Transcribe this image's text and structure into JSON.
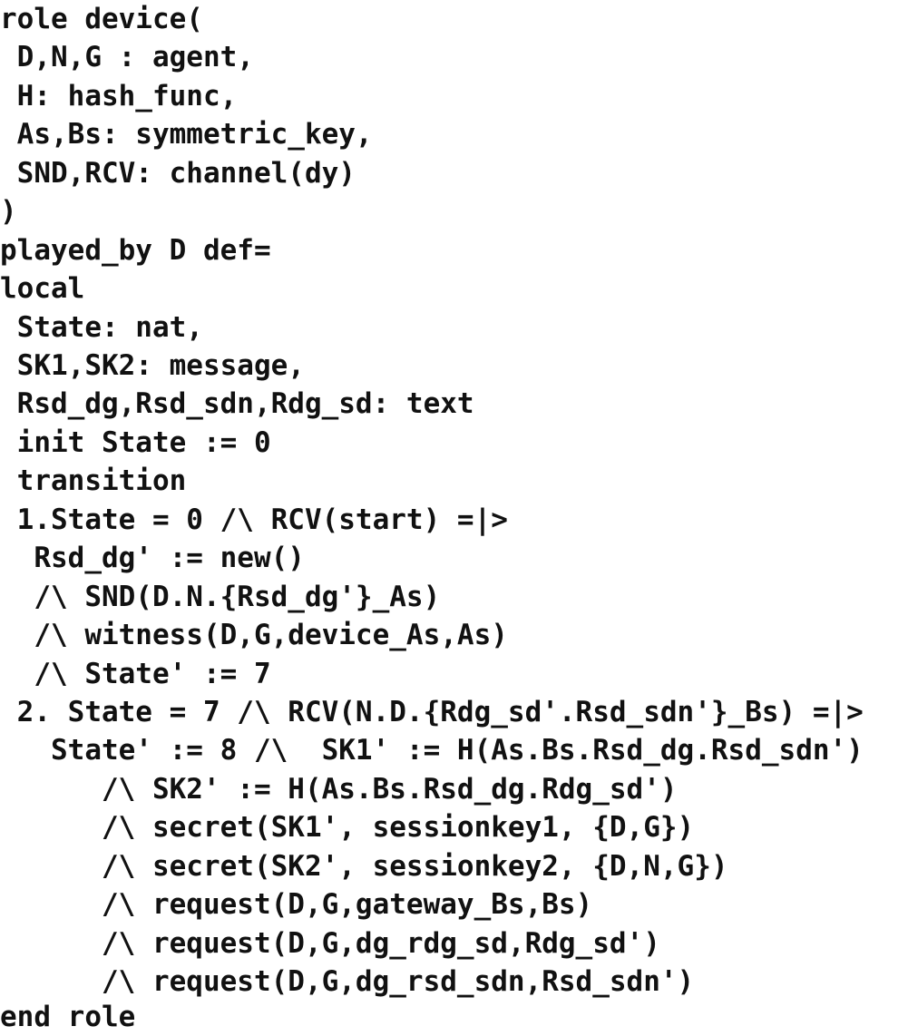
{
  "code": {
    "lines": [
      "role device(",
      " D,N,G : agent,",
      " H: hash_func,",
      " As,Bs: symmetric_key,",
      " SND,RCV: channel(dy)",
      ")",
      "played_by D def=",
      "local",
      " State: nat,",
      " SK1,SK2: message,",
      " Rsd_dg,Rsd_sdn,Rdg_sd: text",
      " init State := 0",
      " transition",
      " 1.State = 0 /\\ RCV(start) =|>",
      "  Rsd_dg' := new()",
      "  /\\ SND(D.N.{Rsd_dg'}_As)",
      "  /\\ witness(D,G,device_As,As)",
      "  /\\ State' := 7",
      " 2. State = 7 /\\ RCV(N.D.{Rdg_sd'.Rsd_sdn'}_Bs) =|>",
      "   State' := 8 /\\  SK1' := H(As.Bs.Rsd_dg.Rsd_sdn')",
      "      /\\ SK2' := H(As.Bs.Rsd_dg.Rdg_sd')",
      "      /\\ secret(SK1', sessionkey1, {D,G})",
      "      /\\ secret(SK2', sessionkey2, {D,N,G})",
      "      /\\ request(D,G,gateway_Bs,Bs)",
      "      /\\ request(D,G,dg_rdg_sd,Rdg_sd')",
      "      /\\ request(D,G,dg_rsd_sdn,Rsd_sdn')",
      "end role"
    ]
  }
}
